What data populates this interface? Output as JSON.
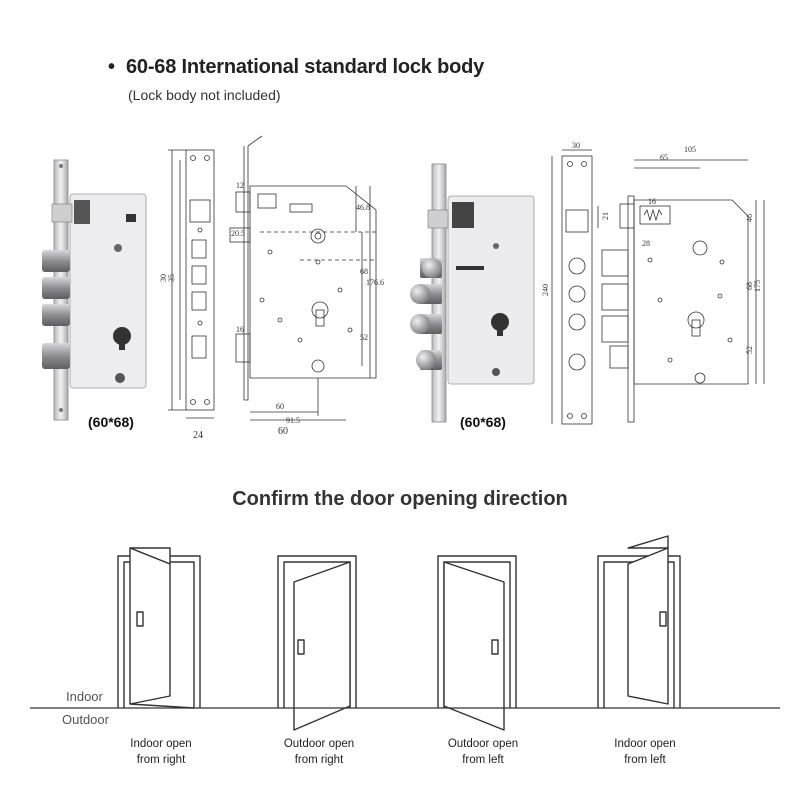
{
  "header": {
    "title": "60-68 International standard  lock body",
    "subtitle": "(Lock body not included)"
  },
  "locks": [
    {
      "label": "(60*68)",
      "dimensions": [
        "12",
        "46.8",
        "20.5",
        "30",
        "35",
        "68",
        "176.6",
        "52",
        "16",
        "60",
        "91.5",
        "24",
        "60"
      ]
    },
    {
      "label": "(60*68)",
      "dimensions": [
        "30",
        "105",
        "65",
        "16",
        "21",
        "46",
        "28",
        "240",
        "68",
        "175",
        "52"
      ]
    }
  ],
  "door_section": {
    "title": "Confirm the door opening direction",
    "indoor_label": "Indoor",
    "outdoor_label": "Outdoor",
    "doors": [
      {
        "caption_line1": "Indoor open",
        "caption_line2": "from right"
      },
      {
        "caption_line1": "Outdoor open",
        "caption_line2": "from right"
      },
      {
        "caption_line1": "Outdoor open",
        "caption_line2": "from left"
      },
      {
        "caption_line1": "Indoor open",
        "caption_line2": "from left"
      }
    ]
  },
  "colors": {
    "line": "#333333",
    "metal_light": "#e9e9ec",
    "metal_dark": "#9a9a9e"
  }
}
